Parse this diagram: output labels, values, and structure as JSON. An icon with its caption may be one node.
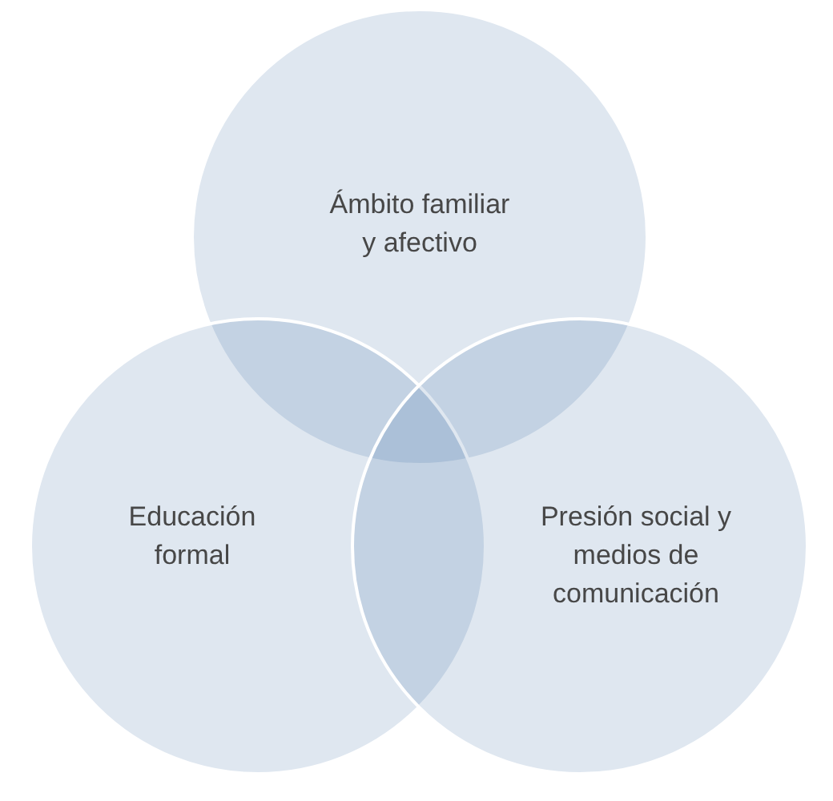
{
  "diagram": {
    "nodes": [
      {
        "text": [
          "Ámbito familiar y afectivo"
        ]
      },
      {
        "text": [
          "Educación formal"
        ]
      },
      {
        "text": [
          "Presión social y medios de comunicación"
        ]
      }
    ]
  }
}
